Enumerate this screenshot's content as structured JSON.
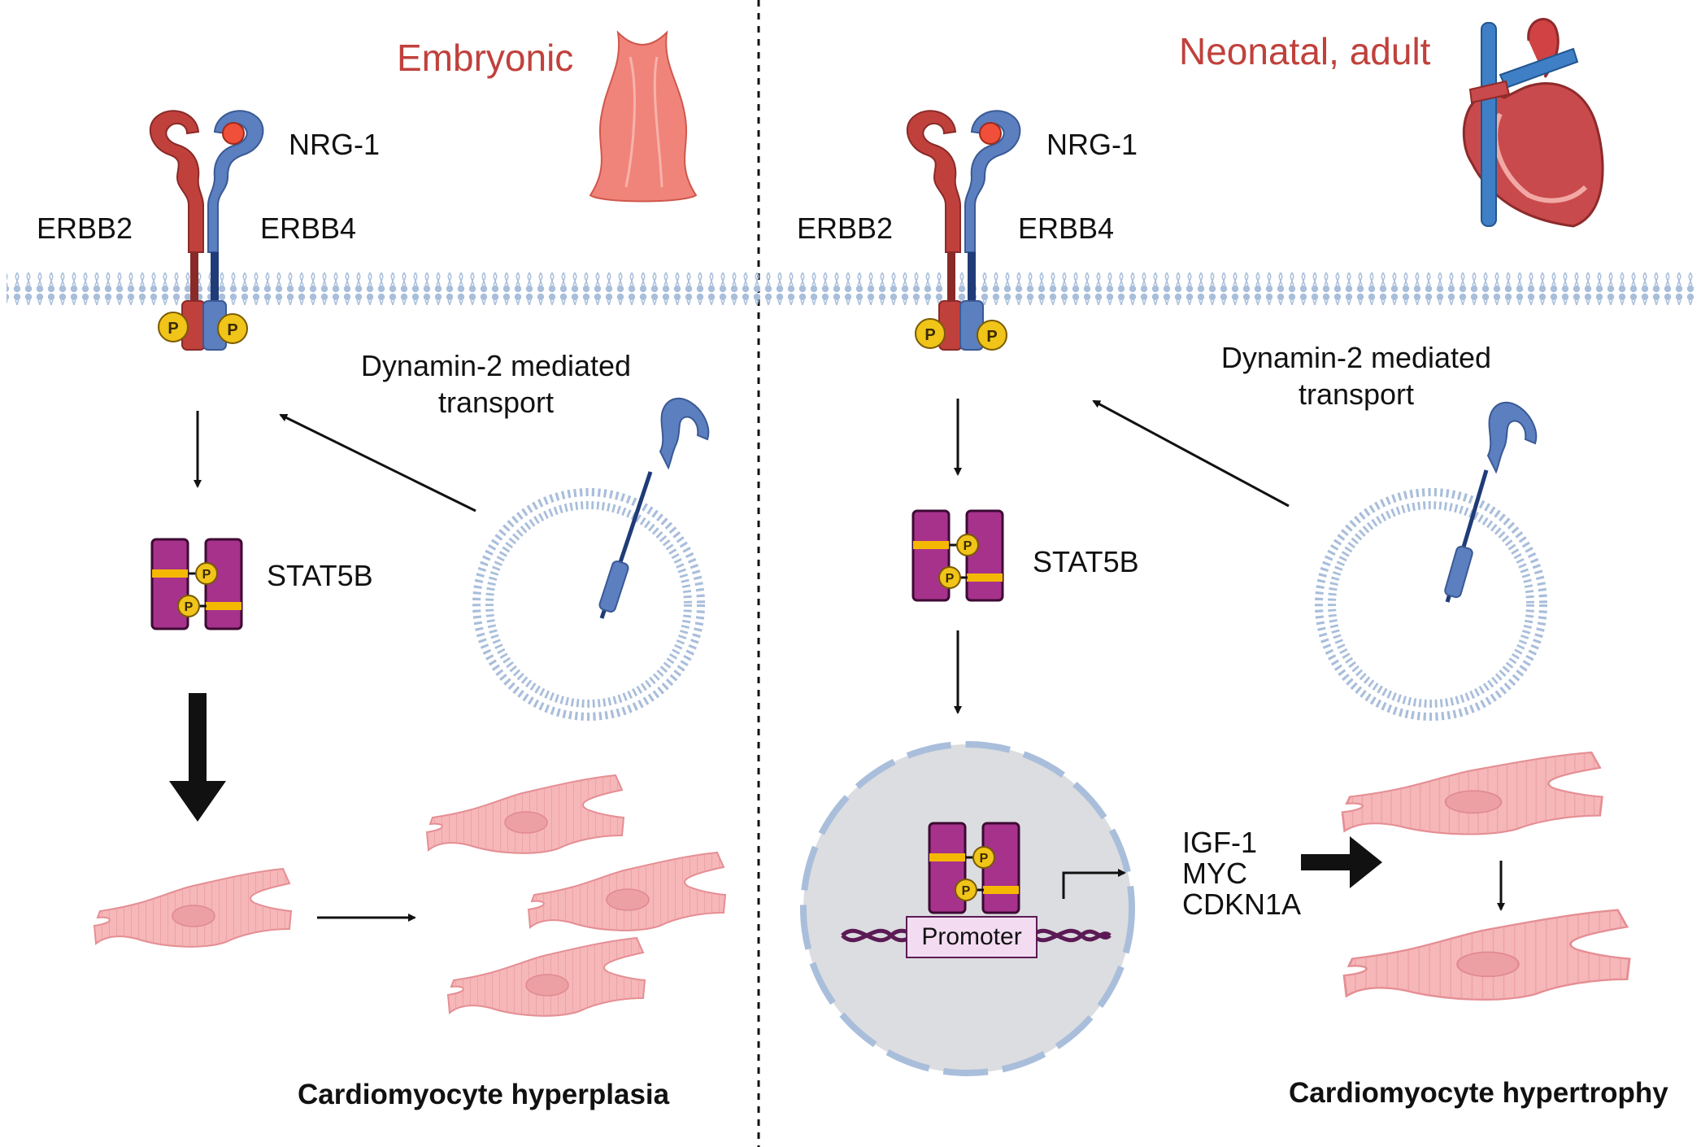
{
  "left_panel": {
    "stage_label": "Embryonic",
    "ligand": "NRG-1",
    "receptor_left": "ERBB2",
    "receptor_right": "ERBB4",
    "transport_line1": "Dynamin-2 mediated",
    "transport_line2": "transport",
    "stat": "STAT5B",
    "outcome": "Cardiomyocyte hyperplasia"
  },
  "right_panel": {
    "stage_label": "Neonatal, adult",
    "ligand": "NRG-1",
    "receptor_left": "ERBB2",
    "receptor_right": "ERBB4",
    "transport_line1": "Dynamin-2 mediated",
    "transport_line2": "transport",
    "stat": "STAT5B",
    "promoter": "Promoter",
    "genes": [
      "IGF-1",
      "MYC",
      "CDKN1A"
    ],
    "outcome": "Cardiomyocyte hypertrophy"
  },
  "phospho_label": "P",
  "colors": {
    "erbb2": "#c0413c",
    "erbb4": "#5b7fbf",
    "stat5b": "#a6328c",
    "stat_band": "#f5b800",
    "phosphate": "#f0c419",
    "membrane": "#a9bedb",
    "nucleus": "#dcdde0",
    "promoter_box": "#f3dcf2",
    "cardiomyocyte": "#f6b7b9",
    "stage_text": "#c0413c",
    "dna": "#5b1a55"
  }
}
